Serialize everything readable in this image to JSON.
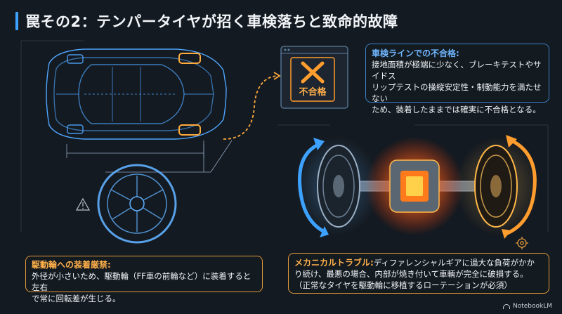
{
  "title": "罠その2：テンパータイヤが招く車検落ちと致命的故障",
  "inspection_badge": {
    "label": "不合格"
  },
  "panels": {
    "inspection": {
      "heading": "車検ラインでの不合格:",
      "lines": [
        "接地面積が極端に少なく、ブレーキテストやサイドス",
        "リップテストの操縦安定性・制動能力を満たせない",
        "ため、装着したままでは確実に不合格となる。"
      ]
    },
    "drive_wheel": {
      "heading": "駆動輪への装着厳禁:",
      "lines": [
        "外径が小さいため、駆動輪（FF車の前輪など）に装着すると左右",
        "で常に回転差が生じる。"
      ]
    },
    "mechanical": {
      "heading": "メカニカルトラブル:",
      "lines_first": "ディファレンシャルギアに過大な負荷がかか",
      "lines": [
        "り続け、最悪の場合、内部が焼き付いて車輌が完全に破損する。",
        "（正常なタイヤを駆動輪に移植するローテーションが必須）"
      ]
    }
  },
  "footer": {
    "logo_text": "NotebookLM"
  },
  "colors": {
    "accent_blue": "#3da2ff",
    "accent_orange": "#ff9d2e",
    "background": "#141a21"
  }
}
